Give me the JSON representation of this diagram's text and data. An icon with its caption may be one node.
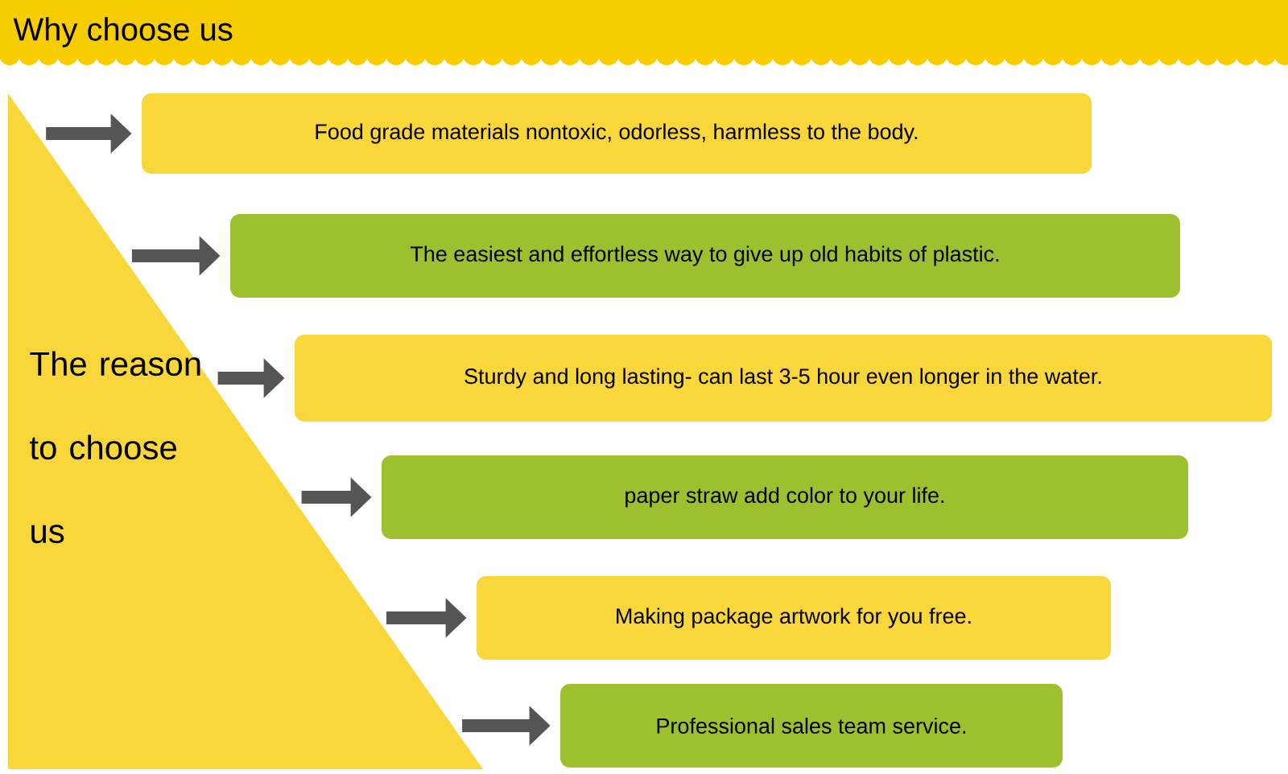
{
  "diagram": {
    "title": "Why choose us",
    "nodes": [
      {
        "text": [
          "The reason to choose us"
        ]
      },
      {
        "text": [
          "Food grade materials nontoxic, odorless, harmless to the body."
        ]
      },
      {
        "text": [
          "The easiest and effortless way to give up old habits of plastic."
        ]
      },
      {
        "text": [
          "Sturdy and long lasting- can last 3-5 hour even longer in the water."
        ]
      },
      {
        "text": [
          "paper straw add color to your life."
        ]
      },
      {
        "text": [
          "Making package artwork for you free."
        ]
      },
      {
        "text": [
          "Professional sales team service."
        ]
      }
    ],
    "edges": [
      {
        "from": 0,
        "to": 1,
        "arrow": "to"
      },
      {
        "from": 0,
        "to": 2,
        "arrow": "to"
      },
      {
        "from": 0,
        "to": 3,
        "arrow": "to"
      },
      {
        "from": 0,
        "to": 4,
        "arrow": "to"
      },
      {
        "from": 0,
        "to": 5,
        "arrow": "to"
      },
      {
        "from": 0,
        "to": 6,
        "arrow": "to"
      }
    ]
  }
}
